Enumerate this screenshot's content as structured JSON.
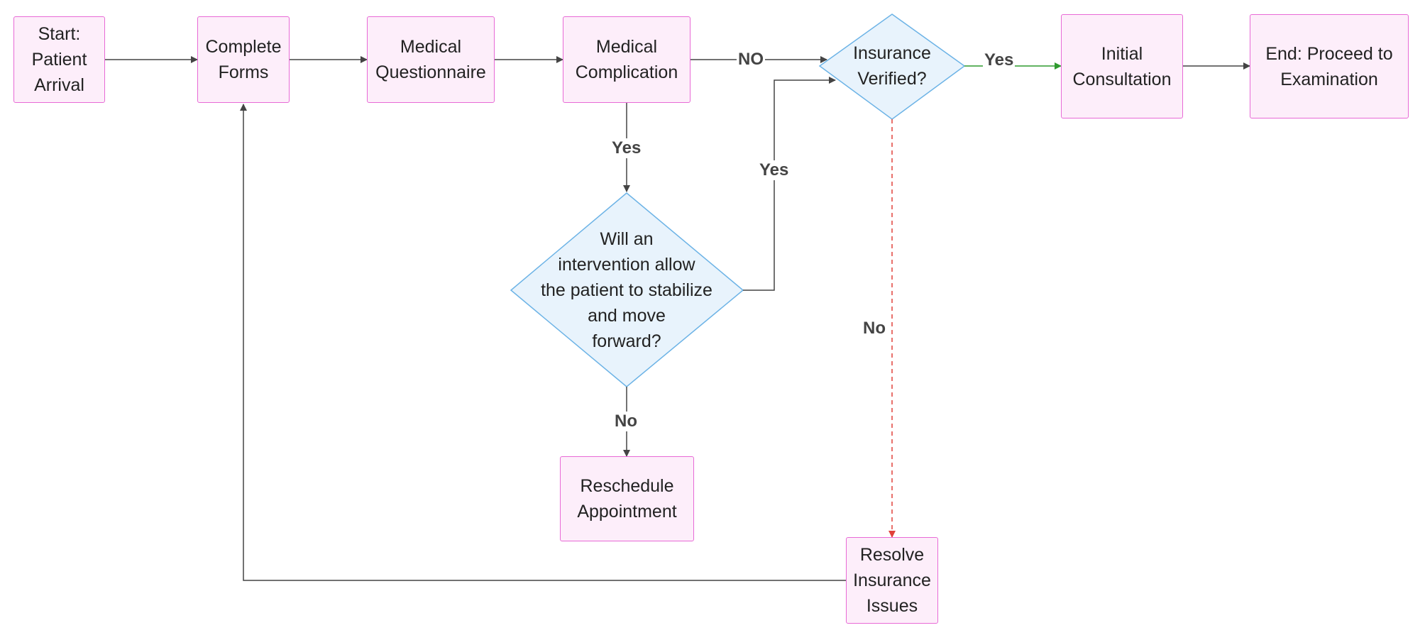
{
  "colors": {
    "process_fill": "#fdeefa",
    "process_border": "#e86ad6",
    "decision_fill": "#e8f3fc",
    "decision_border": "#6cb3e6",
    "edge": "#444444",
    "edge_yes": "#2e9a2e",
    "edge_no_dashed": "#e0413a"
  },
  "nodes": {
    "start": "Start:\nPatient\nArrival",
    "complete_forms": "Complete\nForms",
    "medical_questionnaire": "Medical\nQuestionnaire",
    "medical_complication": "Medical\nComplication",
    "insurance_verified": "Insurance\nVerified?",
    "initial_consultation": "Initial\nConsultation",
    "end": "End: Proceed to\nExamination",
    "intervention_decision": "Will an\nintervention allow\nthe patient to stabilize\nand move\nforward?",
    "reschedule": "Reschedule\nAppointment",
    "resolve_insurance": "Resolve\nInsurance\nIssues"
  },
  "edge_labels": {
    "complication_no": "NO",
    "insurance_yes": "Yes",
    "complication_yes": "Yes",
    "intervention_yes": "Yes",
    "insurance_no": "No",
    "intervention_no": "No"
  }
}
